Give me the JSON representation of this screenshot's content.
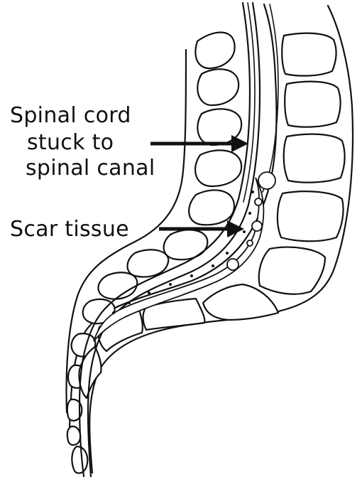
{
  "labels": {
    "spinal_cord_line1": "Spinal cord",
    "spinal_cord_line2": "stuck to",
    "spinal_cord_line3": "spinal canal",
    "scar_tissue": "Scar tissue"
  },
  "colors": {
    "ink": "#111111",
    "background": "#ffffff"
  }
}
